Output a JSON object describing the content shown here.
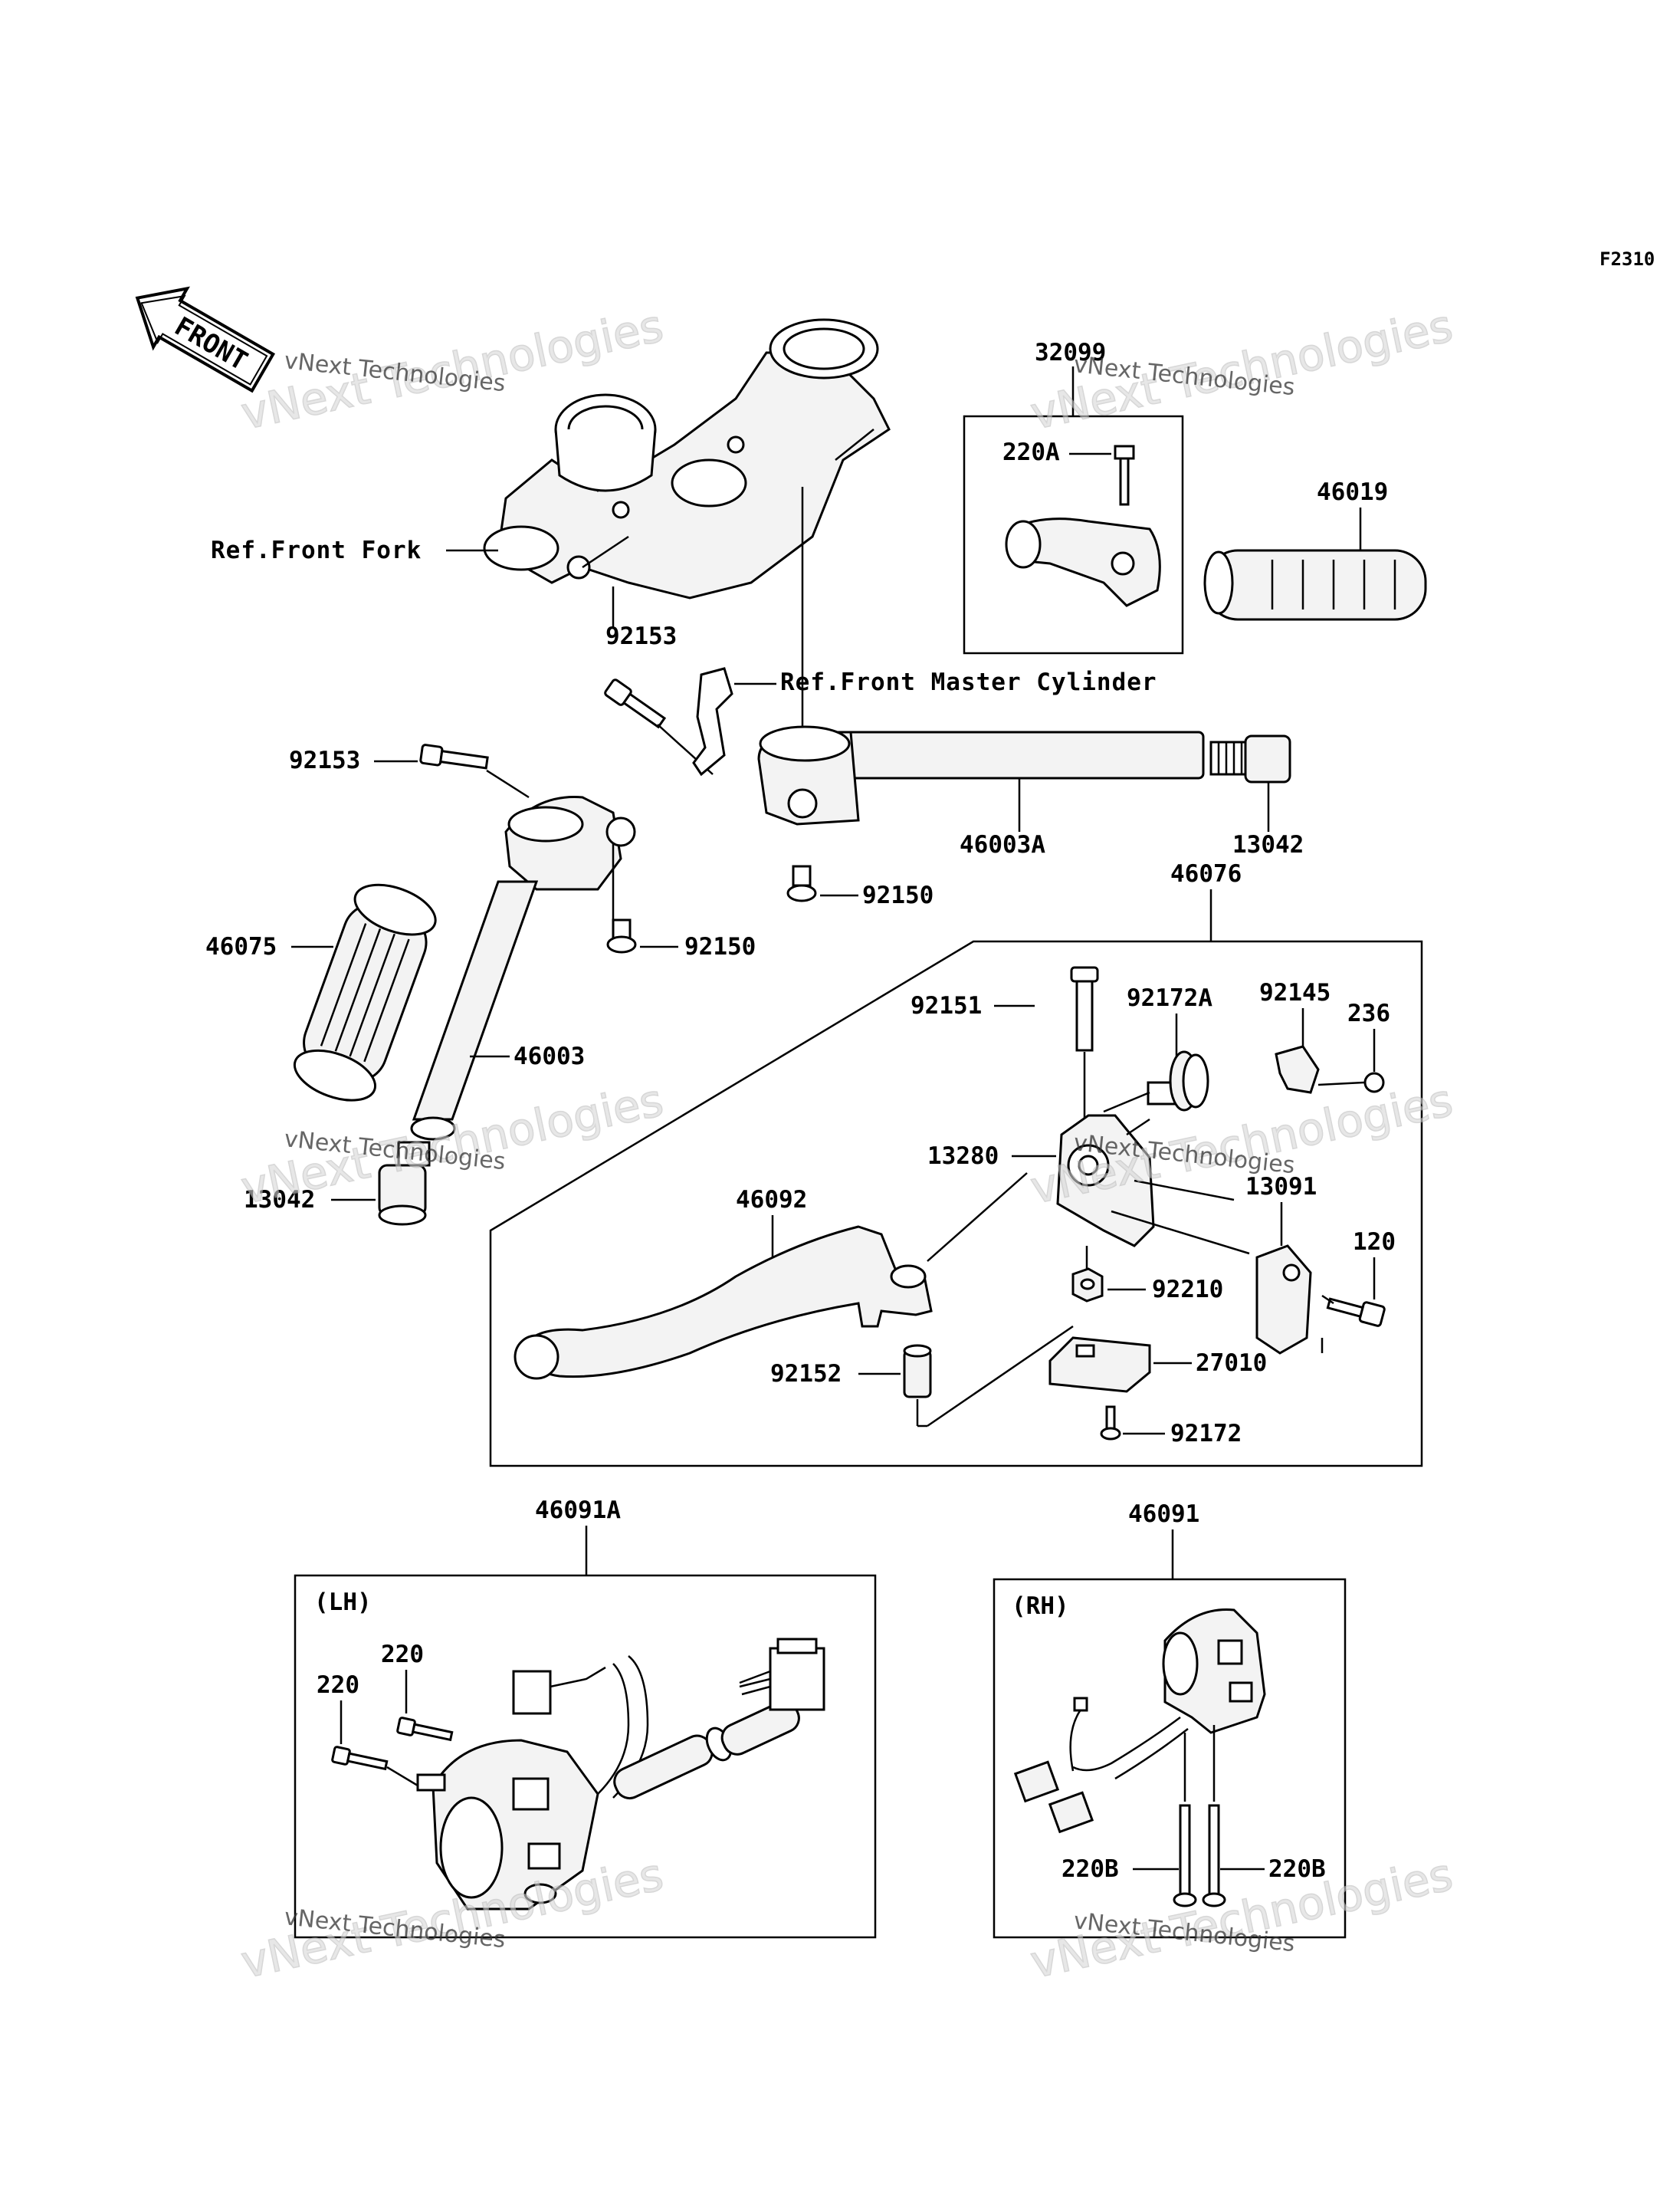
{
  "figure_code": "F2310",
  "direction_arrow": {
    "text": "FRONT",
    "icon": "front-arrow-icon"
  },
  "watermark": {
    "line1": "vNext Technologies",
    "line2": "vNext Technologies"
  },
  "references": {
    "front_fork": "Ref.Front Fork",
    "front_master_cylinder": "Ref.Front Master Cylinder"
  },
  "parts": {
    "p32099": "32099",
    "p220A": "220A",
    "p46019": "46019",
    "p92153_upper": "92153",
    "p92153_left": "92153",
    "p46003A": "46003A",
    "p13042_right": "13042",
    "p92150_center": "92150",
    "p46076": "46076",
    "p92150_left": "92150",
    "p46075": "46075",
    "p46003": "46003",
    "p13042_left": "13042",
    "p92151": "92151",
    "p92172A": "92172A",
    "p92145": "92145",
    "p236": "236",
    "p13280": "13280",
    "p46092": "46092",
    "p13091": "13091",
    "p120": "120",
    "p92210": "92210",
    "p27010": "27010",
    "p92152": "92152",
    "p92172": "92172",
    "p46091A": "46091A",
    "p46091": "46091",
    "lh_tag": "(LH)",
    "rh_tag": "(RH)",
    "p220_a": "220",
    "p220_b": "220",
    "p220B_left": "220B",
    "p220B_right": "220B"
  }
}
